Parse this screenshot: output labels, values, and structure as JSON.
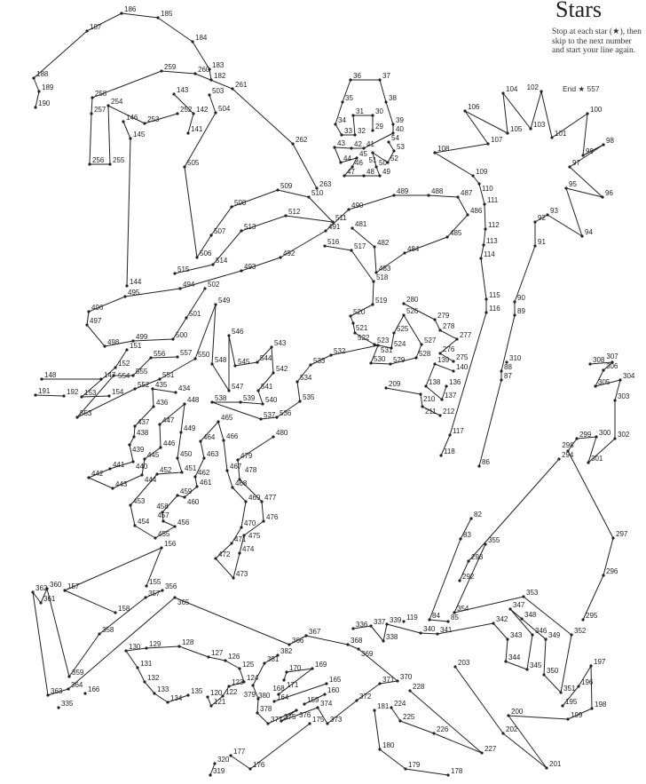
{
  "title": "Stars",
  "instructions": "Stop at each star (★), then skip to the next number and start your line again.",
  "end_note": "End ★ 557",
  "colors": {
    "ink": "#222222",
    "background": "#ffffff"
  },
  "dots": [
    "94",
    "95",
    "96",
    "97",
    "98",
    "99",
    "100",
    "101",
    "102",
    "103",
    "104",
    "105",
    "106",
    "107",
    "108",
    "109",
    "110",
    "111",
    "112",
    "113",
    "114",
    "115",
    "116",
    "117",
    "118",
    "119",
    "120",
    "121",
    "122",
    "123",
    "124",
    "125",
    "126",
    "127",
    "128",
    "129",
    "130",
    "131",
    "132",
    "133",
    "134",
    "135",
    "136",
    "137",
    "138",
    "139",
    "140",
    "141",
    "142",
    "143",
    "144",
    "145",
    "146",
    "147",
    "148",
    "151",
    "152",
    "153",
    "154",
    "155",
    "156",
    "157",
    "158",
    "159",
    "160",
    "164",
    "165",
    "166",
    "168",
    "169",
    "170",
    "171",
    "175",
    "176",
    "177",
    "178",
    "179",
    "180",
    "181",
    "182",
    "183",
    "184",
    "185",
    "186",
    "187",
    "188",
    "189",
    "190",
    "191",
    "192",
    "195",
    "196",
    "197",
    "198",
    "199",
    "200",
    "201",
    "202",
    "203",
    "209",
    "210",
    "211",
    "212",
    "224",
    "225",
    "226",
    "227",
    "228",
    "252",
    "253",
    "254",
    "255",
    "256",
    "257",
    "258",
    "259",
    "260",
    "261",
    "262",
    "263",
    "275",
    "276",
    "277",
    "278",
    "279",
    "280",
    "292",
    "293",
    "294",
    "295",
    "296",
    "297",
    "298",
    "299",
    "300",
    "301",
    "302",
    "303",
    "304",
    "305",
    "306",
    "307",
    "308",
    "310",
    "319",
    "320",
    "335",
    "336",
    "337",
    "338",
    "339",
    "340",
    "341",
    "342",
    "343",
    "344",
    "345",
    "346",
    "347",
    "348",
    "349",
    "350",
    "351",
    "352",
    "353",
    "354",
    "355",
    "356",
    "357",
    "358",
    "359",
    "360",
    "361",
    "362",
    "363",
    "364",
    "365",
    "366",
    "367",
    "368",
    "369",
    "370",
    "371",
    "372",
    "373",
    "374",
    "375",
    "376",
    "377",
    "378",
    "379",
    "380",
    "381",
    "382",
    "434",
    "435",
    "436",
    "437",
    "438",
    "439",
    "440",
    "441",
    "442",
    "443",
    "444",
    "445",
    "446",
    "447",
    "448",
    "449",
    "450",
    "451",
    "452",
    "453",
    "454",
    "455",
    "456",
    "457",
    "458",
    "459",
    "460",
    "461",
    "462",
    "463",
    "464",
    "465",
    "466",
    "467",
    "468",
    "469",
    "470",
    "471",
    "472",
    "473",
    "474",
    "475",
    "476",
    "477",
    "478",
    "479",
    "480",
    "481",
    "482",
    "483",
    "484",
    "485",
    "486",
    "487",
    "488",
    "489",
    "490",
    "491",
    "492",
    "493",
    "494",
    "495",
    "496",
    "497",
    "498",
    "499",
    "500",
    "501",
    "502",
    "503",
    "504",
    "505",
    "506",
    "507",
    "508",
    "509",
    "510",
    "511",
    "512",
    "513",
    "514",
    "515",
    "516",
    "517",
    "518",
    "519",
    "520",
    "521",
    "522",
    "523",
    "524",
    "525",
    "526",
    "527",
    "528",
    "529",
    "530",
    "531",
    "532",
    "533",
    "534",
    "535",
    "536",
    "537",
    "538",
    "539",
    "540",
    "541",
    "542",
    "543",
    "544",
    "545",
    "546",
    "547",
    "548",
    "549",
    "550",
    "551",
    "552",
    "553",
    "554",
    "555",
    "556",
    "557",
    "29",
    "30",
    "31",
    "32",
    "33",
    "34",
    "35",
    "36",
    "37",
    "38",
    "39",
    "40",
    "41",
    "42",
    "43",
    "44",
    "45",
    "46",
    "47",
    "48",
    "49",
    "50",
    "51",
    "52",
    "53",
    "54",
    "82",
    "83",
    "84",
    "85",
    "86",
    "87",
    "88",
    "89",
    "90",
    "91",
    "92",
    "93"
  ]
}
